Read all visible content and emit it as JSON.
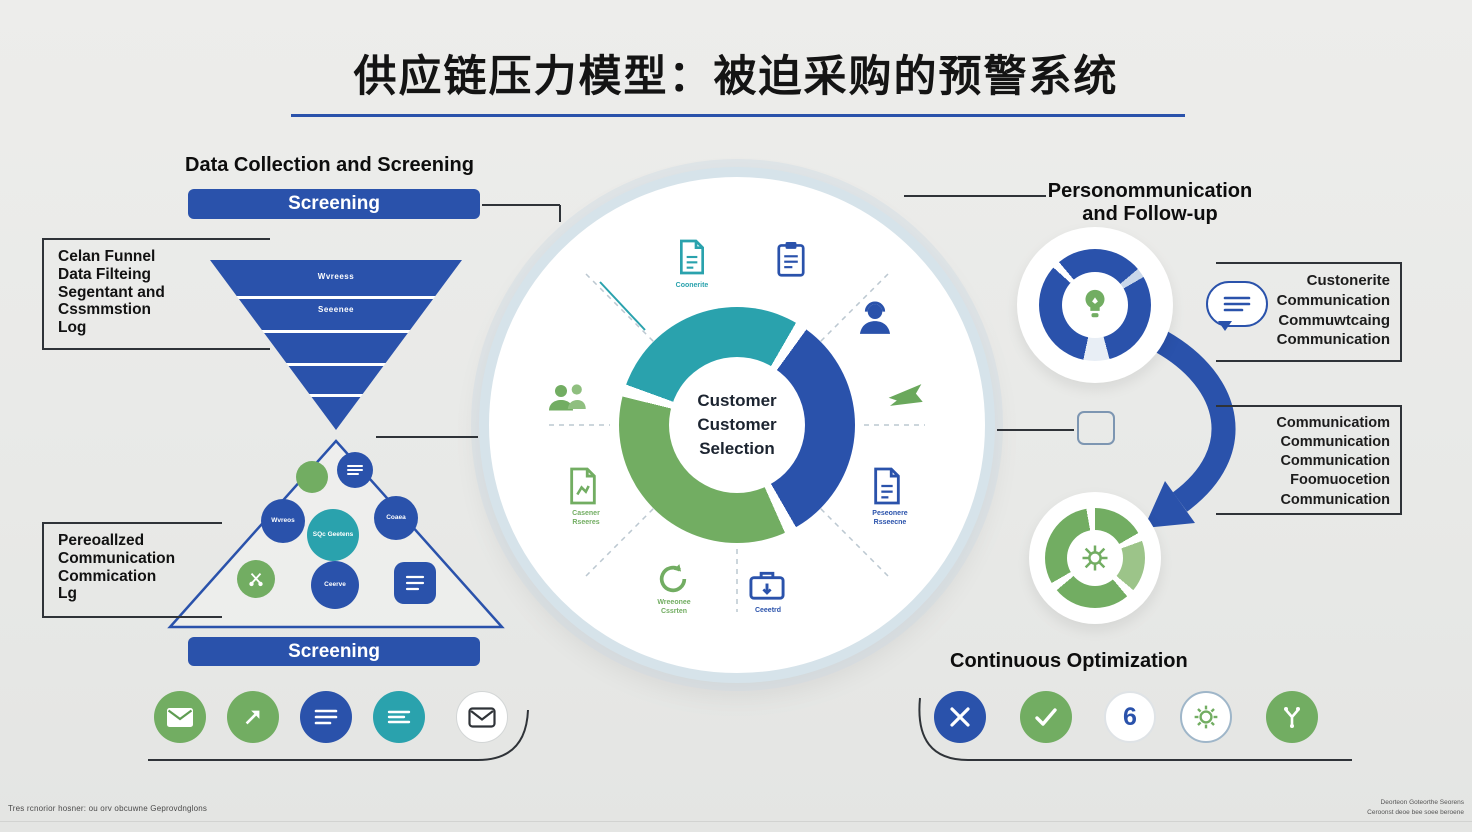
{
  "title": {
    "text": "供应链压力模型：被迫采购的预警系统"
  },
  "left": {
    "heading": "Data Collection and Screening",
    "top_banner": "Screening",
    "bottom_banner": "Screening",
    "top_label": [
      "Celan Funnel",
      "Data Filteing",
      "Segentant and",
      "Cssmmstion",
      "Log"
    ],
    "funnel_texts": [
      "Wvreess",
      "Seeenee"
    ],
    "circle_texts": [
      "Wvreos",
      "SQc Geetens",
      "Coaea",
      "Ceerve"
    ],
    "bottom_label": [
      "Pereoallzed",
      "Communication",
      "Commication",
      "Lg"
    ]
  },
  "center": {
    "label_lines": [
      "Customer",
      "Customer",
      "Selection"
    ],
    "captions": {
      "top_left": "Coonerite",
      "right_doc": [
        "Peseonere",
        "Rsseecne"
      ],
      "bottom_right": [
        "Ceeetrd"
      ],
      "bottom_left": [
        "Wreeonee",
        "Cssrten"
      ],
      "left_doc": [
        "Casener",
        "Rseeres"
      ]
    }
  },
  "right": {
    "heading": [
      "Personommunication",
      "and Follow-up"
    ],
    "box1": [
      "Custonerite",
      "Communication",
      "Commuwtcaing",
      "Communication"
    ],
    "box2": [
      "Communicatiom",
      "Communication",
      "Communication",
      "Foomuocetion",
      "Communication"
    ],
    "opt_heading": "Continuous Optimization",
    "badge_six": "6"
  },
  "footer": {
    "left": "Tres rcnorior hosner: ou orv obcuwne Geprovdnglons",
    "right": [
      "Deorteon Goteorthe Seorens",
      "Ceroonst deoe bee soee beroene"
    ]
  },
  "colors": {
    "blue": "#2a52ab",
    "teal": "#2aa2ad",
    "green": "#72ad62",
    "ring": "#d6e3ea"
  }
}
